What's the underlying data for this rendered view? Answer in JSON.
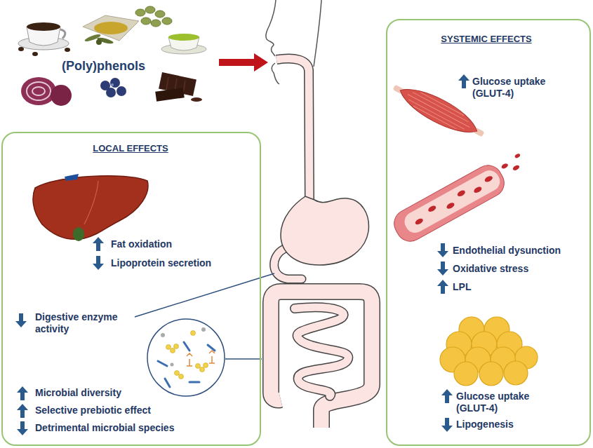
{
  "diagram": {
    "nodes": [
      {
        "text": [
          "LOCAL EFFECTS",
          "Fat oxidation",
          "Lipoprotein secretion",
          "Digestive enzyme activity",
          "Microbial diversity",
          "Selective prebiotic effect",
          "Detrimental microbial species"
        ]
      },
      {
        "text": [
          "SYSTEMIC EFFECTS",
          "Glucose uptake (GLUT-4)",
          "Endothelial dysunction",
          "Oxidative stress",
          "LPL",
          "Glucose uptake (GLUT-4)",
          "Lipogenesis"
        ]
      }
    ],
    "labels": [
      "(Poly)phenols"
    ]
  }
}
